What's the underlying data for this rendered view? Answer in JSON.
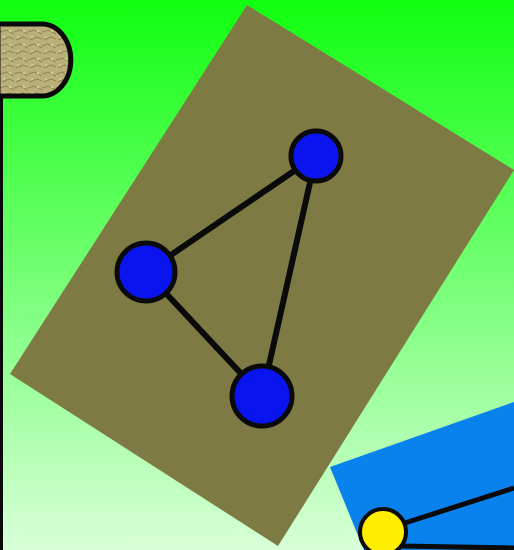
{
  "colors": {
    "background_top": "#10ff10",
    "background_bottom": "#d8ffd8",
    "card_olive": "#7e7a43",
    "card_blue": "#0a82ee",
    "node_blue": "#0a14ee",
    "node_yellow": "#ffee00",
    "outline": "#0a0a0a",
    "edge": "#0a0a0a",
    "back_button_fill": "#b9b07a"
  },
  "icons": {
    "back_button": "back-icon",
    "sidebar_line": "divider"
  },
  "graph": {
    "nodes": [
      {
        "id": "top",
        "color": "blue"
      },
      {
        "id": "left",
        "color": "blue"
      },
      {
        "id": "bottom",
        "color": "blue"
      }
    ],
    "edges": [
      [
        "left",
        "top"
      ],
      [
        "top",
        "bottom"
      ],
      [
        "left",
        "bottom"
      ]
    ]
  },
  "next_card": {
    "nodes": [
      {
        "id": "yellow",
        "color": "yellow"
      }
    ]
  }
}
